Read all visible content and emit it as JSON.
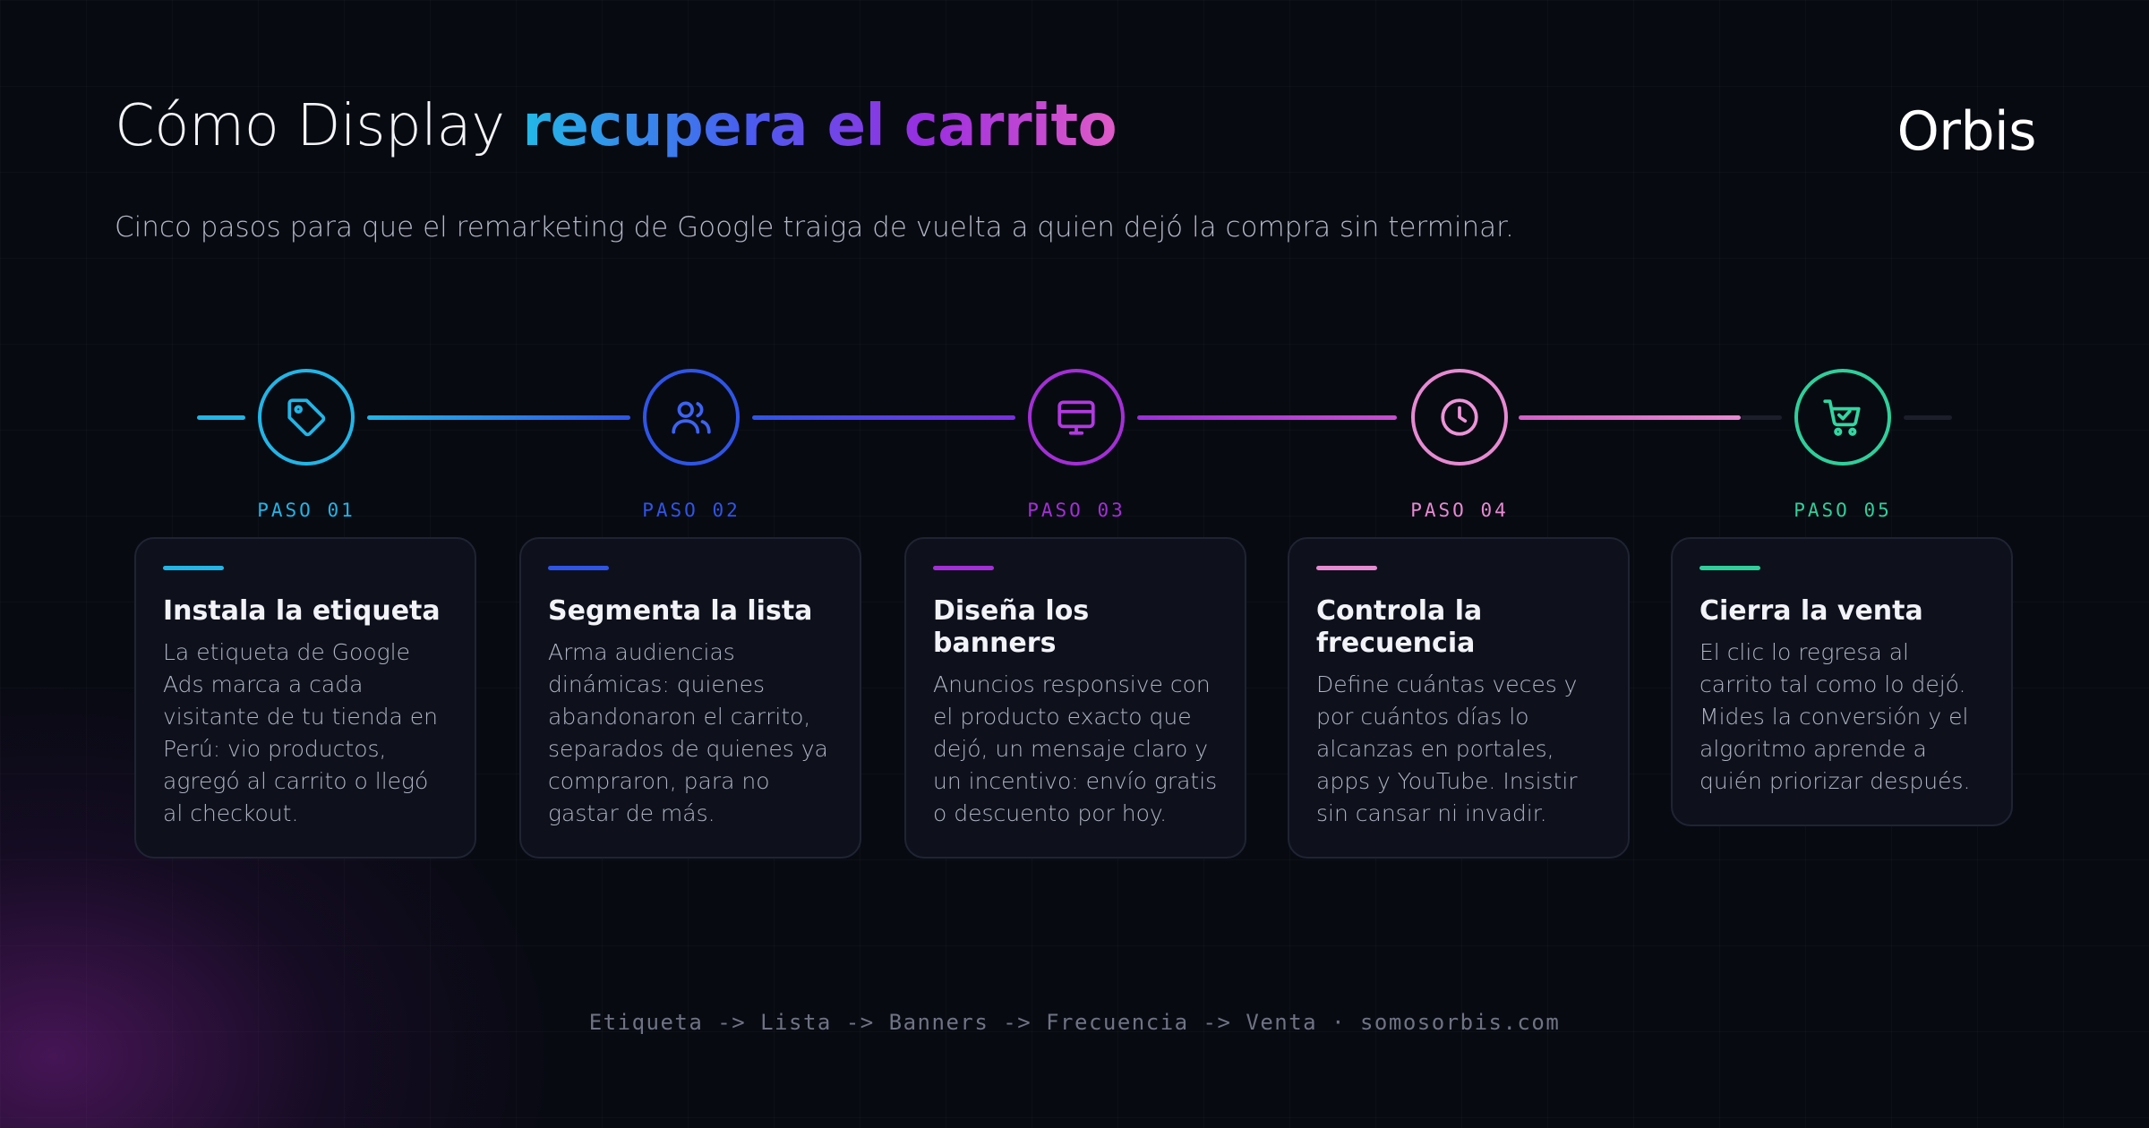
{
  "header": {
    "title_prefix": "Cómo Display ",
    "title_accent": "recupera el carrito",
    "logo": "Orbis",
    "subtitle": "Cinco pasos para que el remarketing de Google traiga de vuelta a quien dejó la compra sin terminar."
  },
  "colors": {
    "step1": "#22b5e6",
    "step2": "#2f55e6",
    "step3": "#a32fd6",
    "step4": "#e68ad2",
    "step5": "#2fcf9a",
    "inactive_line": "#1c1f29"
  },
  "steps": [
    {
      "label": "PASO 01",
      "icon": "tag-icon",
      "title": "Instala la etiqueta",
      "body": "La etiqueta de Google Ads marca a cada visitante de tu tienda en Perú: vio productos, agregó al carrito o llegó al checkout."
    },
    {
      "label": "PASO 02",
      "icon": "users-icon",
      "title": "Segmenta la lista",
      "body": "Arma audiencias dinámicas: quienes abandonaron el carrito, separados de quienes ya compraron, para no gastar de más."
    },
    {
      "label": "PASO 03",
      "icon": "display-banner-icon",
      "title": "Diseña los banners",
      "body": "Anuncios responsive con el producto exacto que dejó, un mensaje claro y un incentivo: envío gratis o descuento por hoy."
    },
    {
      "label": "PASO 04",
      "icon": "clock-icon",
      "title": "Controla la frecuencia",
      "body": "Define cuántas veces y por cuántos días lo alcanzas en portales, apps y YouTube. Insistir sin cansar ni invadir."
    },
    {
      "label": "PASO 05",
      "icon": "cart-check-icon",
      "title": "Cierra la venta",
      "body": "El clic lo regresa al carrito tal como lo dejó. Mides la conversión y el algoritmo aprende a quién priorizar después."
    }
  ],
  "footer": {
    "text": "Etiqueta -> Lista -> Banners -> Frecuencia -> Venta · somosorbis.com"
  }
}
